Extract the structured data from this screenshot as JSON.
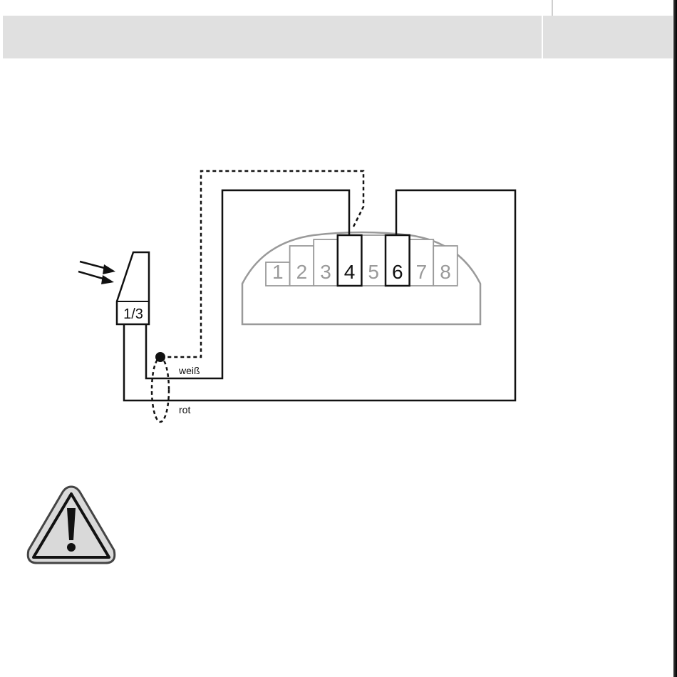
{
  "header": {
    "title": ""
  },
  "sensor": {
    "label": "1/3"
  },
  "terminals": [
    {
      "num": "1",
      "active": false
    },
    {
      "num": "2",
      "active": false
    },
    {
      "num": "3",
      "active": false
    },
    {
      "num": "4",
      "active": true
    },
    {
      "num": "5",
      "active": false
    },
    {
      "num": "6",
      "active": true
    },
    {
      "num": "7",
      "active": false
    },
    {
      "num": "8",
      "active": false
    }
  ],
  "wires": {
    "white_label": "weiß",
    "red_label": "rot"
  },
  "colors": {
    "active": "#111111",
    "inactive": "#9a9a9a",
    "warning_fill": "#d9d9d9",
    "header": "#e0e0e0"
  },
  "icons": {
    "warning": "warning-triangle-icon",
    "light": "light-arrows-icon"
  }
}
